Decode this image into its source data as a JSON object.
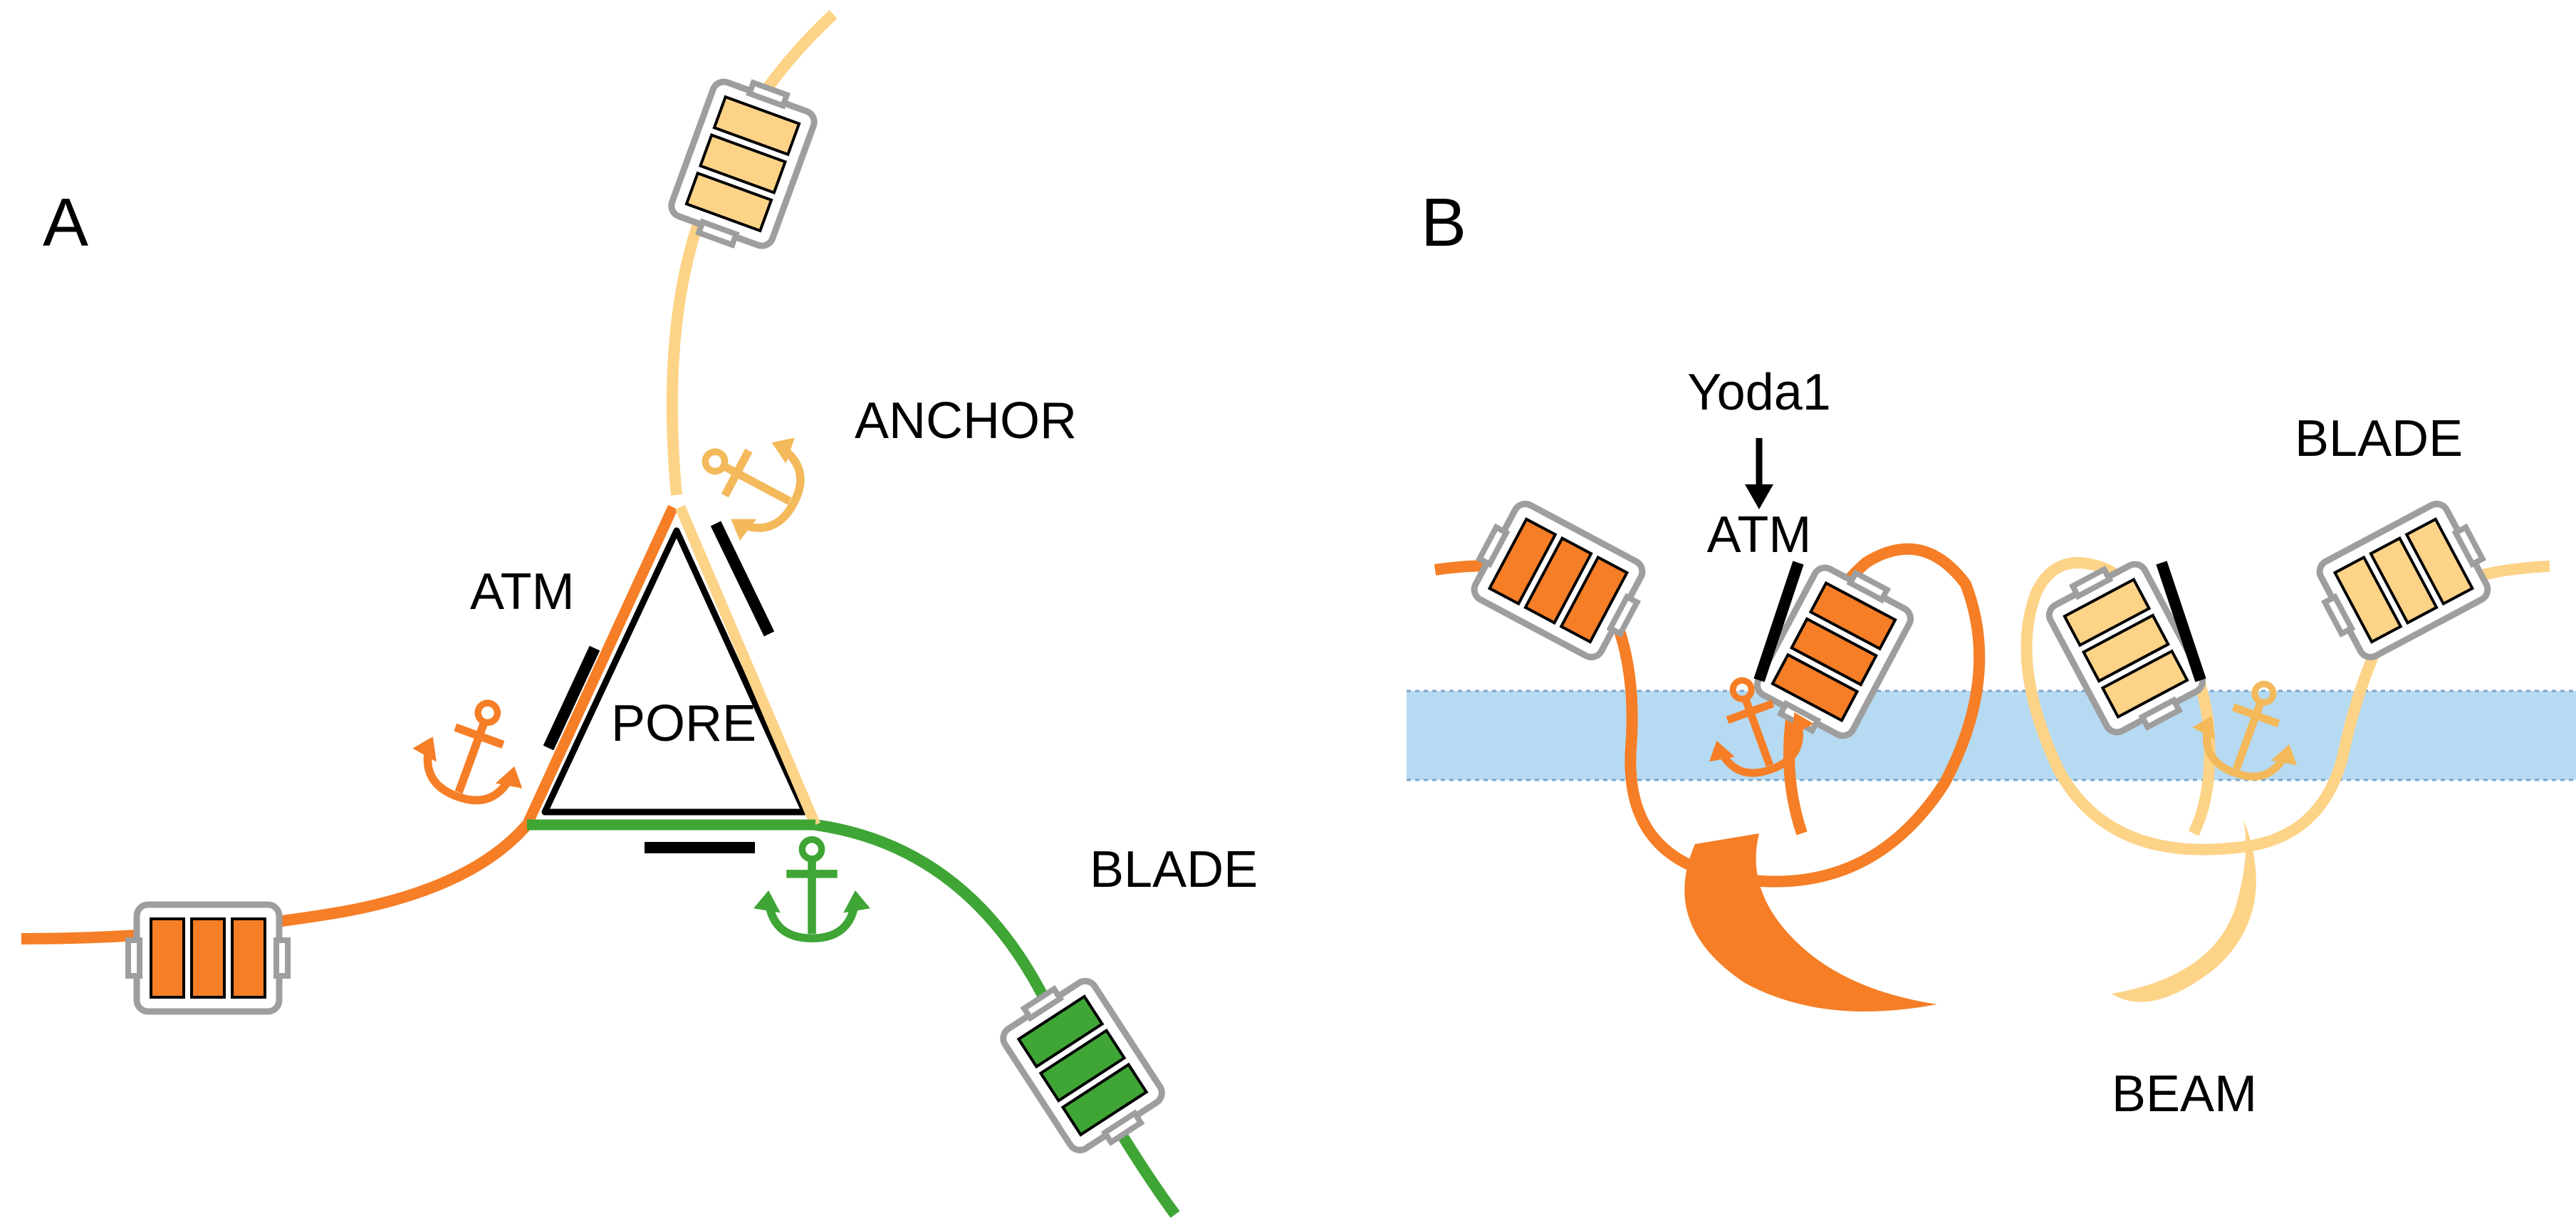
{
  "panel_a": {
    "label": "A",
    "labels": {
      "anchor": "ANCHOR",
      "atm": "ATM",
      "pore": "PORE",
      "blade": "BLADE"
    }
  },
  "panel_b": {
    "label": "B",
    "labels": {
      "yoda1": "Yoda1",
      "atm": "ATM",
      "blade": "BLADE",
      "beam": "BEAM"
    }
  },
  "colors": {
    "orange": "#F57E26",
    "light_orange": "#FDD388",
    "light_orange_stroke": "#F3B95A",
    "green": "#3FA535",
    "membrane": "#A9D4EE",
    "domain_frame": "#A0A0A0"
  },
  "icons": [
    "anchor-icon",
    "down-arrow-icon"
  ]
}
